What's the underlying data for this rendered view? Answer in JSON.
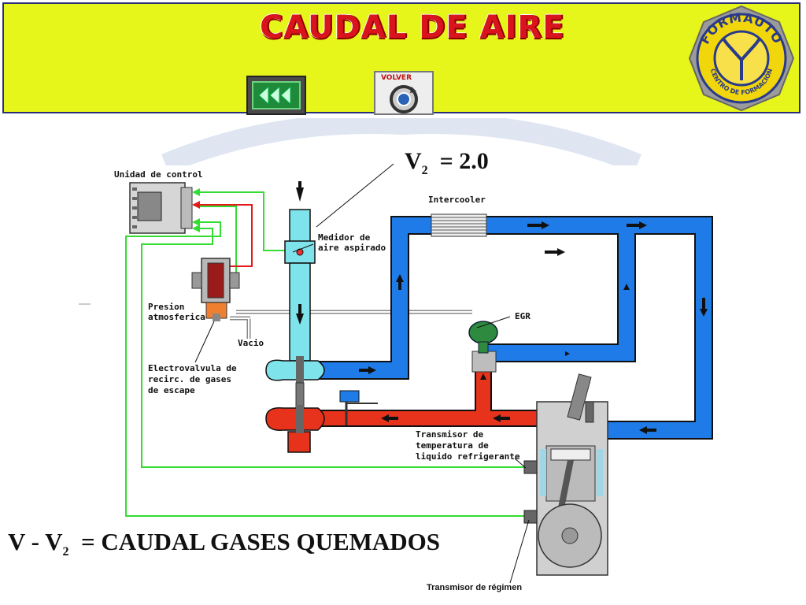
{
  "header": {
    "title": "CAUDAL DE AIRE",
    "volver_label": "VOLVER",
    "logo_top": "FORMAUTO",
    "logo_bottom": "CENTRO DE FORMACIÓN"
  },
  "diagram": {
    "v2_label": "V",
    "v2_sub": "2",
    "v2_value": "= 2.0",
    "formula_v": "V - V",
    "formula_sub": "2",
    "formula_rest": "= CAUDAL GASES QUEMADOS",
    "labels": {
      "unidad_control": "Unidad de control",
      "intercooler": "Intercooler",
      "medidor_1": "Medidor de",
      "medidor_2": "aire aspirado",
      "presion_1": "Presion",
      "presion_2": "atmosferica",
      "egr": "EGR",
      "vacio": "Vacio",
      "electro_1": "Electrovalvula de",
      "electro_2": "recirc. de gases",
      "electro_3": "de escape",
      "transmisor_1": "Transmisor de",
      "transmisor_2": "temperatura de",
      "transmisor_3": "liquido refrigerante",
      "regimen": "Transmisor de régimen"
    }
  },
  "colors": {
    "header_bg": "#e6f51a",
    "title": "#d9141c",
    "intake_blue": "#1e7be8",
    "exhaust_red": "#e8331c",
    "turbo_cyan": "#7fe3ec",
    "signal_green": "#33dd33"
  }
}
